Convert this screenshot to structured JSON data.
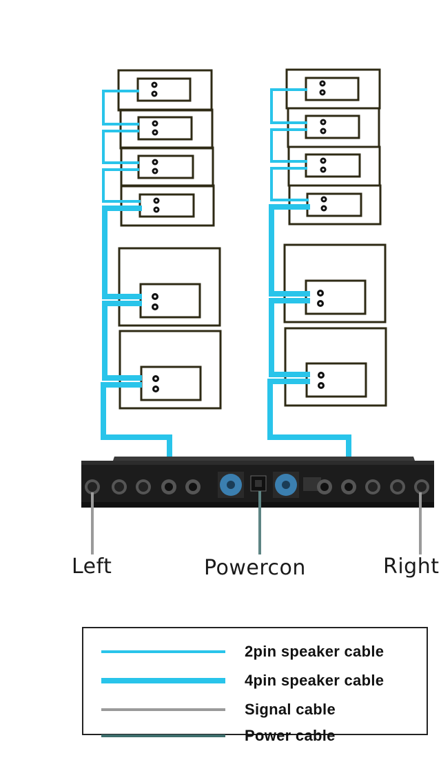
{
  "labels": {
    "left": "Left",
    "center": "Powercon",
    "right": "Right"
  },
  "legend": [
    {
      "label": "2pin speaker cable",
      "color": "#29c4ea",
      "kind": "thin"
    },
    {
      "label": "4pin speaker cable",
      "color": "#29c4ea",
      "kind": "thick"
    },
    {
      "label": "Signal cable",
      "color": "#9a9a9a",
      "kind": "thin"
    },
    {
      "label": "Power  cable",
      "color": "#3d6e6c",
      "kind": "thin"
    }
  ],
  "colors": {
    "cable_blue": "#29c4ea",
    "signal_gray": "#9a9a9a",
    "power_teal": "#3d6e6c",
    "cabinet_outline": "#2e2a14",
    "amplifier_body": "#1c1c1c"
  }
}
